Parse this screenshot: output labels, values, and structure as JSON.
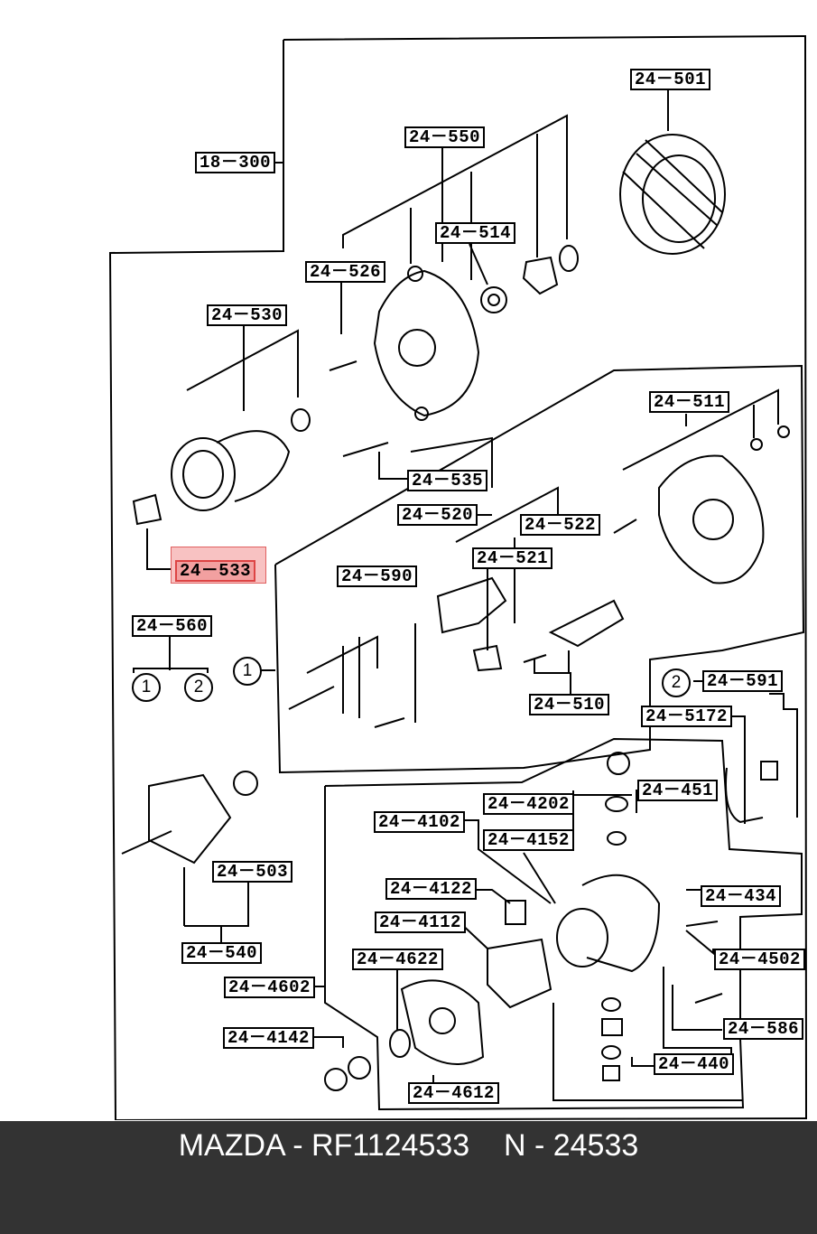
{
  "diagram": {
    "labels": {
      "l18300": "18－300",
      "l24501": "24－501",
      "l24550": "24－550",
      "l24514": "24－514",
      "l24526": "24－526",
      "l24530": "24－530",
      "l24511": "24－511",
      "l24535": "24－535",
      "l24520": "24－520",
      "l24522": "24－522",
      "l24521": "24－521",
      "l24533": "24－533",
      "l24590": "24－590",
      "l24560": "24－560",
      "l24510": "24－510",
      "l24591": "24－591",
      "l245172": "24－5172",
      "l244202": "24－4202",
      "l24451": "24－451",
      "l244102": "24－4102",
      "l244152": "24－4152",
      "l24503": "24－503",
      "l244122": "24－4122",
      "l24434": "24－434",
      "l244112": "24－4112",
      "l24540": "24－540",
      "l244622": "24－4622",
      "l244502": "24－4502",
      "l244602": "24－4602",
      "l24586": "24－586",
      "l244142": "24－4142",
      "l24440": "24－440",
      "l244612": "24－4612"
    },
    "circles": {
      "c1": "1",
      "c2": "2",
      "c1b": "1",
      "c2b": "2"
    },
    "highlighted_part": "24－533",
    "highlight_color": "#f08080"
  },
  "footer": {
    "caption": "MAZDA - RF1124533    N - 24533",
    "background": "#333333"
  }
}
